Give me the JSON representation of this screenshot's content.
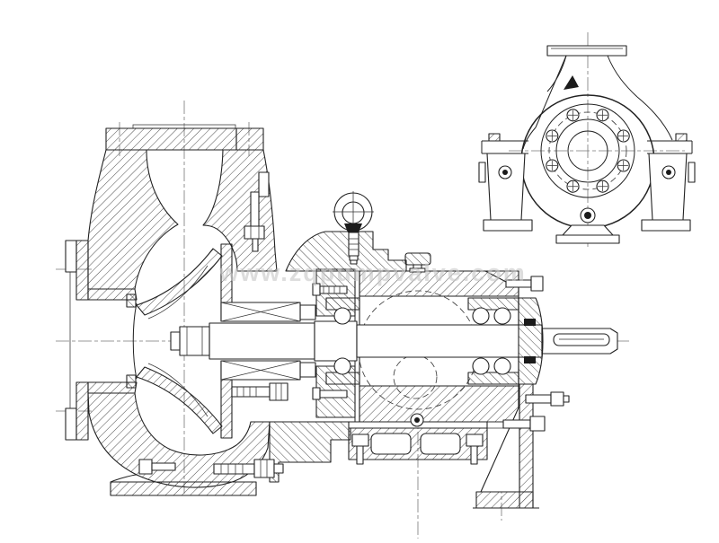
{
  "page": {
    "background": "#ffffff",
    "description": "Technical engineering drawing: longitudinal cross-section of an end-suction centrifugal pump with a separate end view at top right"
  },
  "watermark": {
    "text": "www.zqpumpvalve.com",
    "color": "#c7c7c7"
  },
  "drawing": {
    "line_color": "#222222",
    "hatch_color": "#3a3a3a",
    "centerline_color": "#787878",
    "views": [
      {
        "name": "longitudinal-section-view"
      },
      {
        "name": "end-view"
      }
    ],
    "components": [
      "suction-flange",
      "discharge-flange",
      "volute-casing",
      "impeller",
      "wear-rings",
      "impeller-nut",
      "shaft",
      "shaft-sleeve",
      "stuffing-box-packing",
      "gland-follower",
      "casing-cover",
      "lifting-eyebolt",
      "bearing-housing",
      "oil-filler-cap",
      "ball-bearing-left",
      "ball-bearing-right",
      "oil-level-circle",
      "oil-flinger",
      "bearing-end-cover",
      "shaft-keyway",
      "support-pedestal",
      "mounting-feet",
      "drain-plug",
      "stud-bolts"
    ]
  }
}
